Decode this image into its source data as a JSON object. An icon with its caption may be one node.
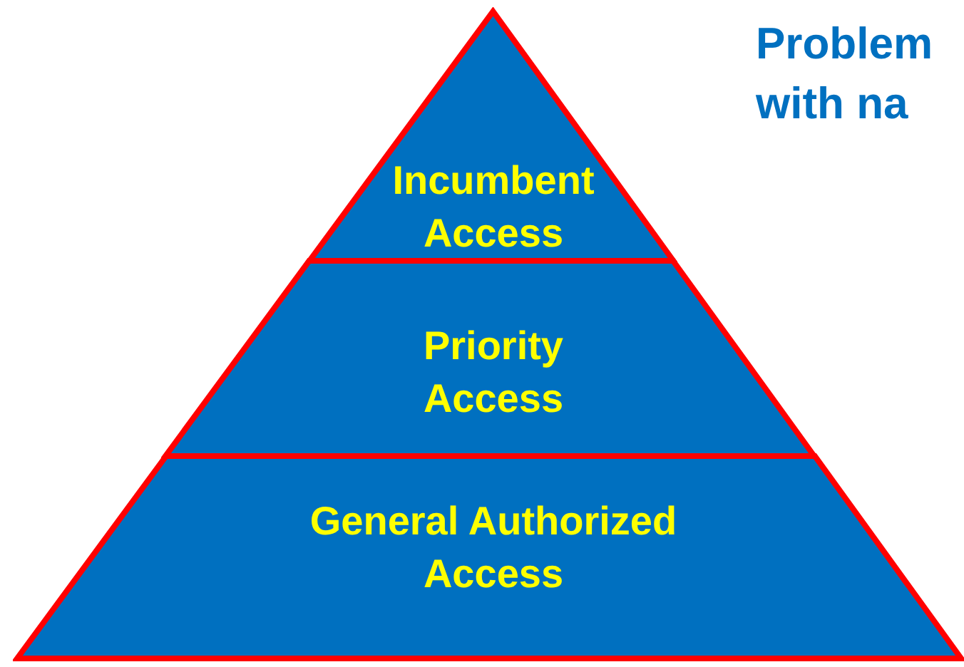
{
  "diagram": {
    "nodes": [
      {
        "text": [
          "Incumbent Access"
        ]
      },
      {
        "text": [
          "Priority Access"
        ]
      },
      {
        "text": [
          "General Authorized Access"
        ]
      }
    ],
    "labels": [
      "Problem with na"
    ]
  }
}
